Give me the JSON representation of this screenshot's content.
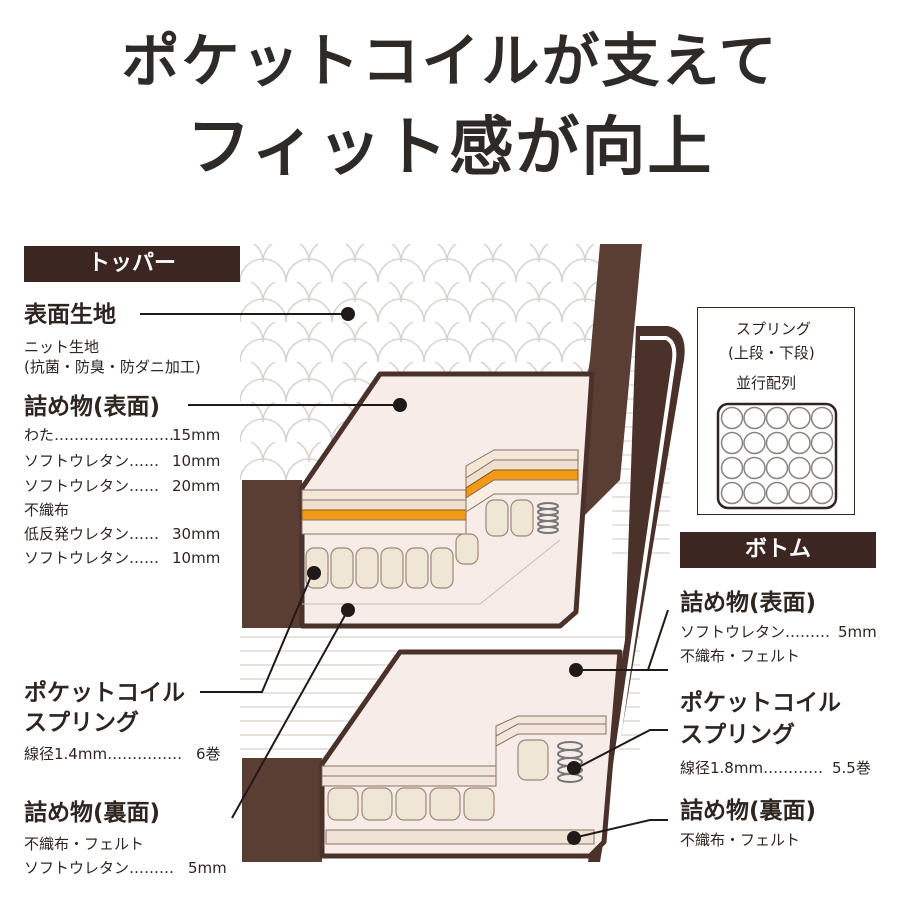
{
  "headline": {
    "line1": "ポケットコイルが支えて",
    "line2": "フィット感が向上"
  },
  "topper": {
    "section_label": "トッパー",
    "surface_fabric": {
      "title": "表面生地",
      "note1": "ニット生地",
      "note2": "(抗菌・防臭・防ダニ加工)"
    },
    "filling_top": {
      "title": "詰め物(表面)",
      "layers": [
        {
          "name": "わた",
          "leader": "……………………",
          "value": "15mm"
        },
        {
          "name": "ソフトウレタン",
          "leader": "……",
          "value": "10mm"
        },
        {
          "name": "ソフトウレタン",
          "leader": "……",
          "value": "20mm"
        },
        {
          "name": "不織布",
          "leader": "",
          "value": ""
        },
        {
          "name": "低反発ウレタン",
          "leader": "……",
          "value": "30mm"
        },
        {
          "name": "ソフトウレタン",
          "leader": "……",
          "value": "10mm"
        }
      ]
    },
    "pocket_coil": {
      "title1": "ポケットコイル",
      "title2": "スプリング",
      "spec_name": "線径1.4mm",
      "spec_leader": "……………",
      "spec_value": "6巻"
    },
    "filling_back": {
      "title": "詰め物(裏面)",
      "note1": "不織布・フェルト",
      "spec_name": "ソフトウレタン",
      "spec_leader": "………",
      "spec_value": "5mm"
    }
  },
  "spring_box": {
    "line1": "スプリング",
    "line2": "(上段・下段)",
    "line3": "並行配列"
  },
  "bottom": {
    "section_label": "ボトム",
    "filling_top": {
      "title": "詰め物(表面)",
      "spec_name": "ソフトウレタン",
      "spec_leader": "………",
      "spec_value": "5mm",
      "note": "不織布・フェルト"
    },
    "pocket_coil": {
      "title1": "ポケットコイル",
      "title2": "スプリング",
      "spec_name": "線径1.8mm",
      "spec_leader": "…………",
      "spec_value": "5.5巻"
    },
    "filling_back": {
      "title": "詰め物(裏面)",
      "note": "不織布・フェルト"
    }
  },
  "colors": {
    "frame": "#4a3129",
    "dark_panel": "#5a3d33",
    "filling": "#f7ece8",
    "fabric": "#ffffff",
    "coil": "#efe6d6",
    "orange_layer": "#f29a18",
    "text": "#2e2420"
  }
}
